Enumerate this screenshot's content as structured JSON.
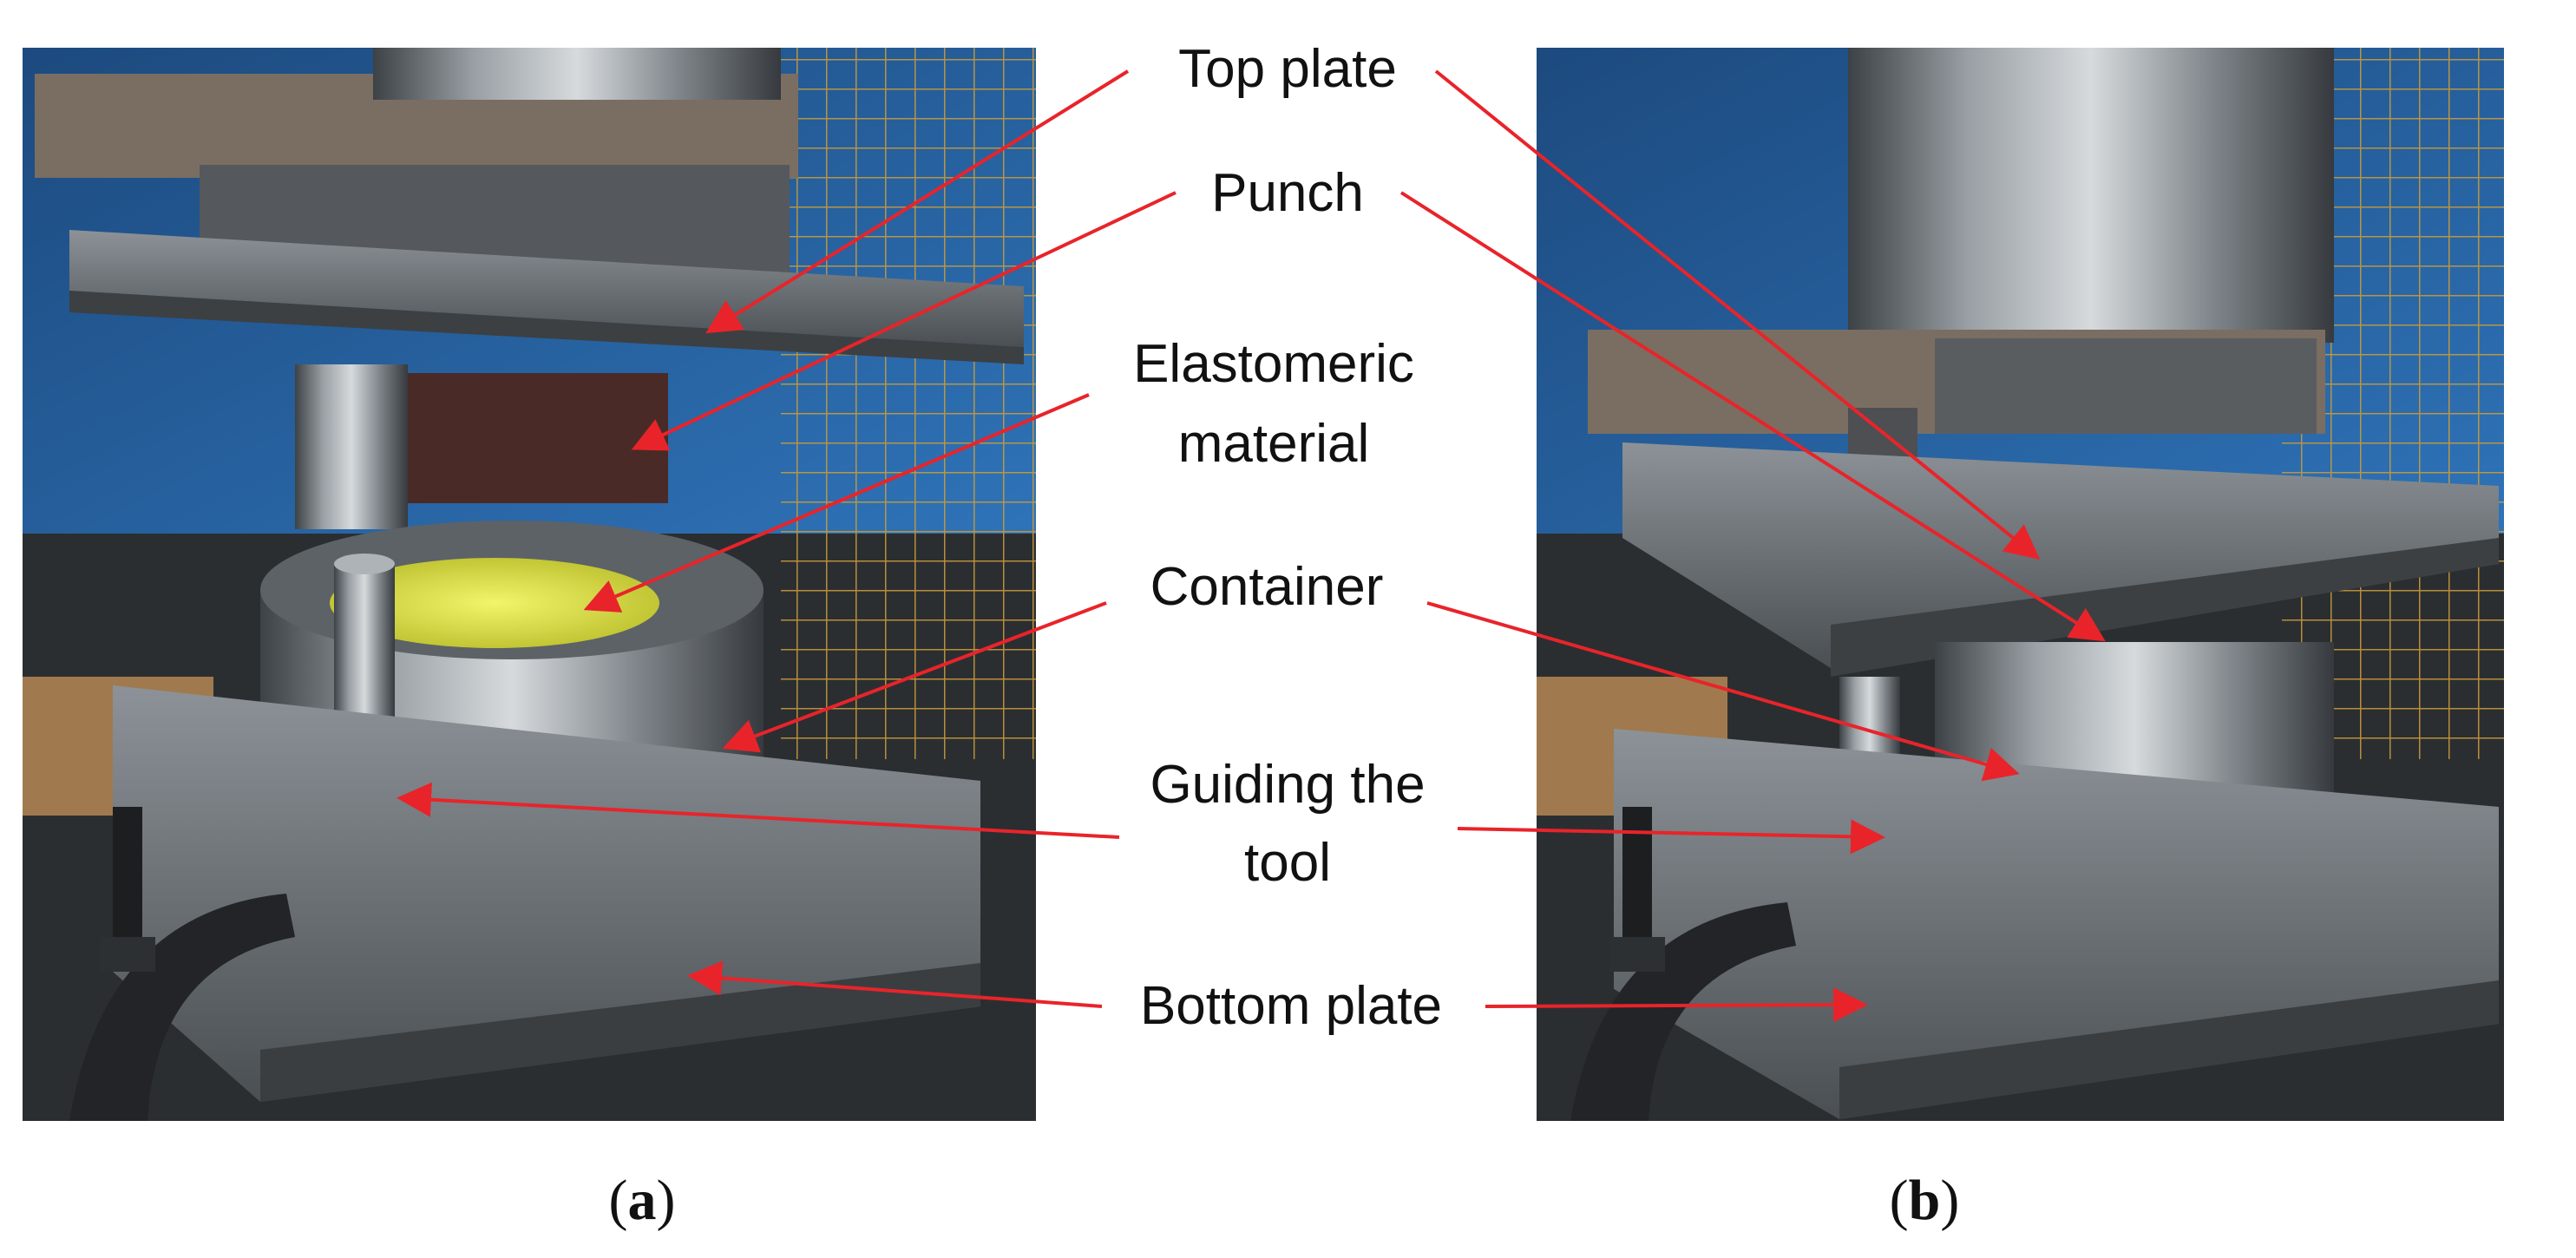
{
  "labels": {
    "top_plate": "Top plate",
    "punch": "Punch",
    "elastomeric_line1": "Elastomeric",
    "elastomeric_line2": "material",
    "container": "Container",
    "guiding_line1": "Guiding the",
    "guiding_line2": "tool",
    "bottom_plate": "Bottom plate"
  },
  "captions": {
    "a_open": "(",
    "a_letter": "a",
    "a_close": ")",
    "b_open": "(",
    "b_letter": "b",
    "b_close": ")"
  },
  "colors": {
    "arrow": "#e8242a",
    "elastomer": "#d8dc3c",
    "frame_blue": "#1f6fc0",
    "steel": "#8a8f94"
  }
}
